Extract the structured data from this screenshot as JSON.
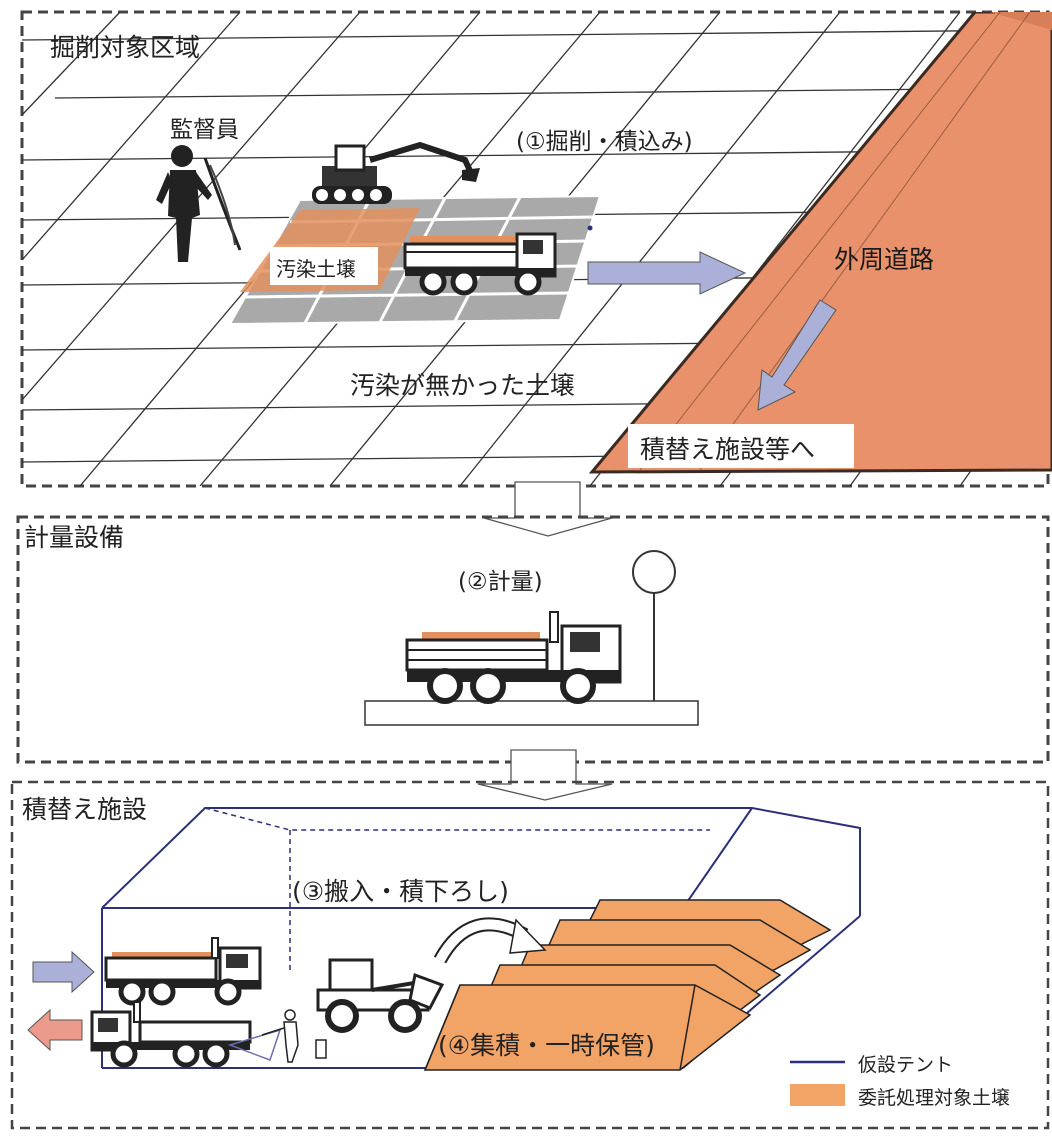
{
  "colors": {
    "soil_orange": "#f2a366",
    "road_orange": "#e8916a",
    "road_edge": "#3a2a22",
    "gray_cell": "#a8a8a8",
    "arrow_blue": "#aab0d8",
    "arrow_red": "#ec9a8c",
    "tent_navy": "#2c2f7a",
    "dashed": "#444444"
  },
  "section1": {
    "title": "掘削対象区域",
    "supervisor_label": "監督員",
    "step1_label": "(①掘削・積込み)",
    "contaminated_label": "汚染土壌",
    "road_label": "外周道路",
    "clean_soil_label": "汚染が無かった土壌",
    "to_transfer_label": "積替え施設等へ"
  },
  "section2": {
    "title": "計量設備",
    "step2_label": "(②計量)"
  },
  "section3": {
    "title": "積替え施設",
    "step3_label": "(③搬入・積下ろし)",
    "step4_label": "(④集積・一時保管)"
  },
  "legend": {
    "tent_label": "仮設テント",
    "soil_label": "委託処理対象土壌"
  }
}
